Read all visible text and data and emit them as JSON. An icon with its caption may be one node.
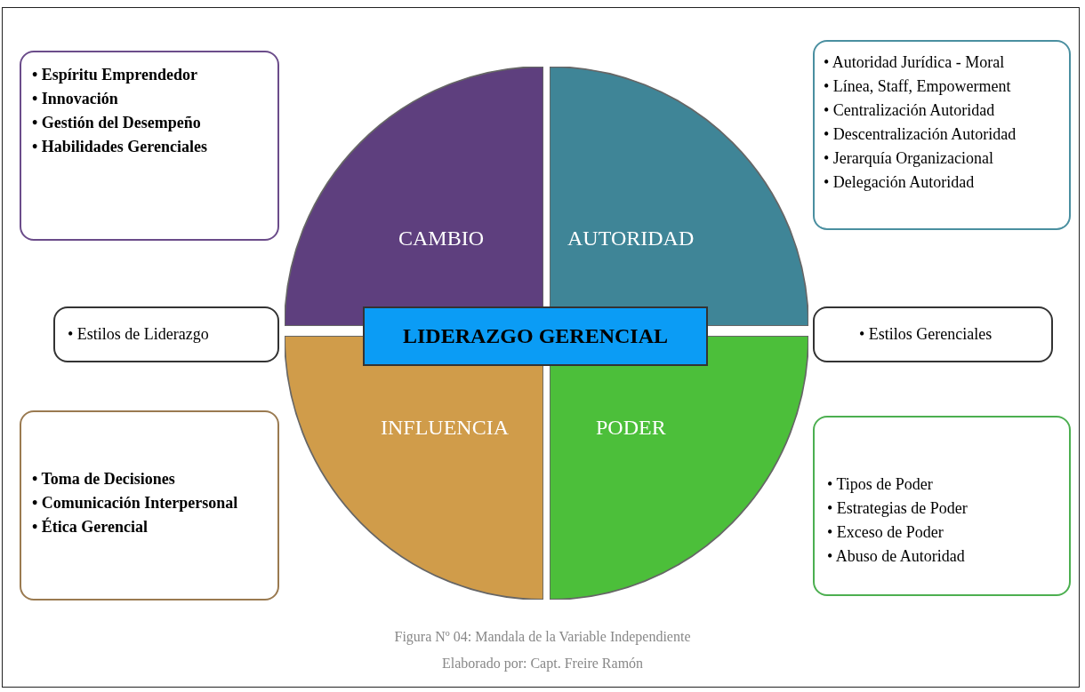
{
  "diagram": {
    "caption": "Figura Nº 04: Mandala de la Variable Independiente",
    "nodes": [
      {
        "text": [
          "LIDERAZGO GERENCIAL"
        ]
      },
      {
        "text": [
          "CAMBIO"
        ]
      },
      {
        "text": [
          "AUTORIDAD"
        ]
      },
      {
        "text": [
          "INFLUENCIA"
        ]
      },
      {
        "text": [
          "PODER"
        ]
      },
      {
        "text": [
          "• Espíritu Emprendedor",
          "• Innovación",
          "• Gestión del Desempeño",
          "• Habilidades Gerenciales"
        ]
      },
      {
        "text": [
          "• Autoridad Jurídica - Moral",
          "• Línea, Staff, Empowerment",
          "• Centralización Autoridad",
          "• Descentralización Autoridad",
          "• Jerarquía Organizacional",
          "• Delegación Autoridad"
        ]
      },
      {
        "text": [
          "• Estilos de Liderazgo"
        ]
      },
      {
        "text": [
          "• Estilos Gerenciales"
        ]
      },
      {
        "text": [
          "• Toma de Decisiones",
          "• Comunicación Interpersonal",
          "• Ética Gerencial"
        ]
      },
      {
        "text": [
          "• Tipos de Poder",
          "• Estrategias de Poder",
          "• Exceso de Poder",
          "• Abuso de Autoridad"
        ]
      }
    ],
    "labels": [
      "Elaborado por: Capt. Freire Ramón"
    ]
  }
}
